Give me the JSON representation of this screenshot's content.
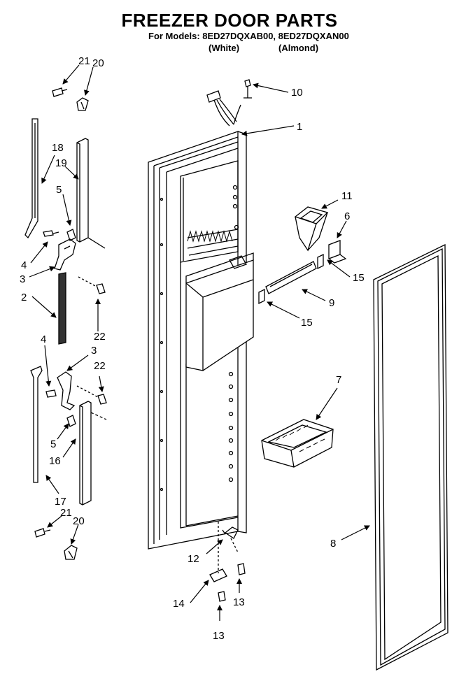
{
  "header": {
    "title": "FREEZER DOOR PARTS",
    "models": "For Models: 8ED27DQXAB00, 8ED27DQXAN00",
    "color_white": "(White)",
    "color_almond": "(Almond)"
  },
  "callouts": {
    "c1": "1",
    "c2": "2",
    "c3a": "3",
    "c3b": "3",
    "c4a": "4",
    "c4b": "4",
    "c5a": "5",
    "c5b": "5",
    "c6": "6",
    "c7": "7",
    "c8": "8",
    "c9": "9",
    "c10": "10",
    "c11": "11",
    "c12": "12",
    "c13a": "13",
    "c13b": "13",
    "c14": "14",
    "c15a": "15",
    "c15b": "15",
    "c16": "16",
    "c17": "17",
    "c18": "18",
    "c19": "19",
    "c20a": "20",
    "c20b": "20",
    "c21a": "21",
    "c21b": "21",
    "c22a": "22",
    "c22b": "22"
  }
}
